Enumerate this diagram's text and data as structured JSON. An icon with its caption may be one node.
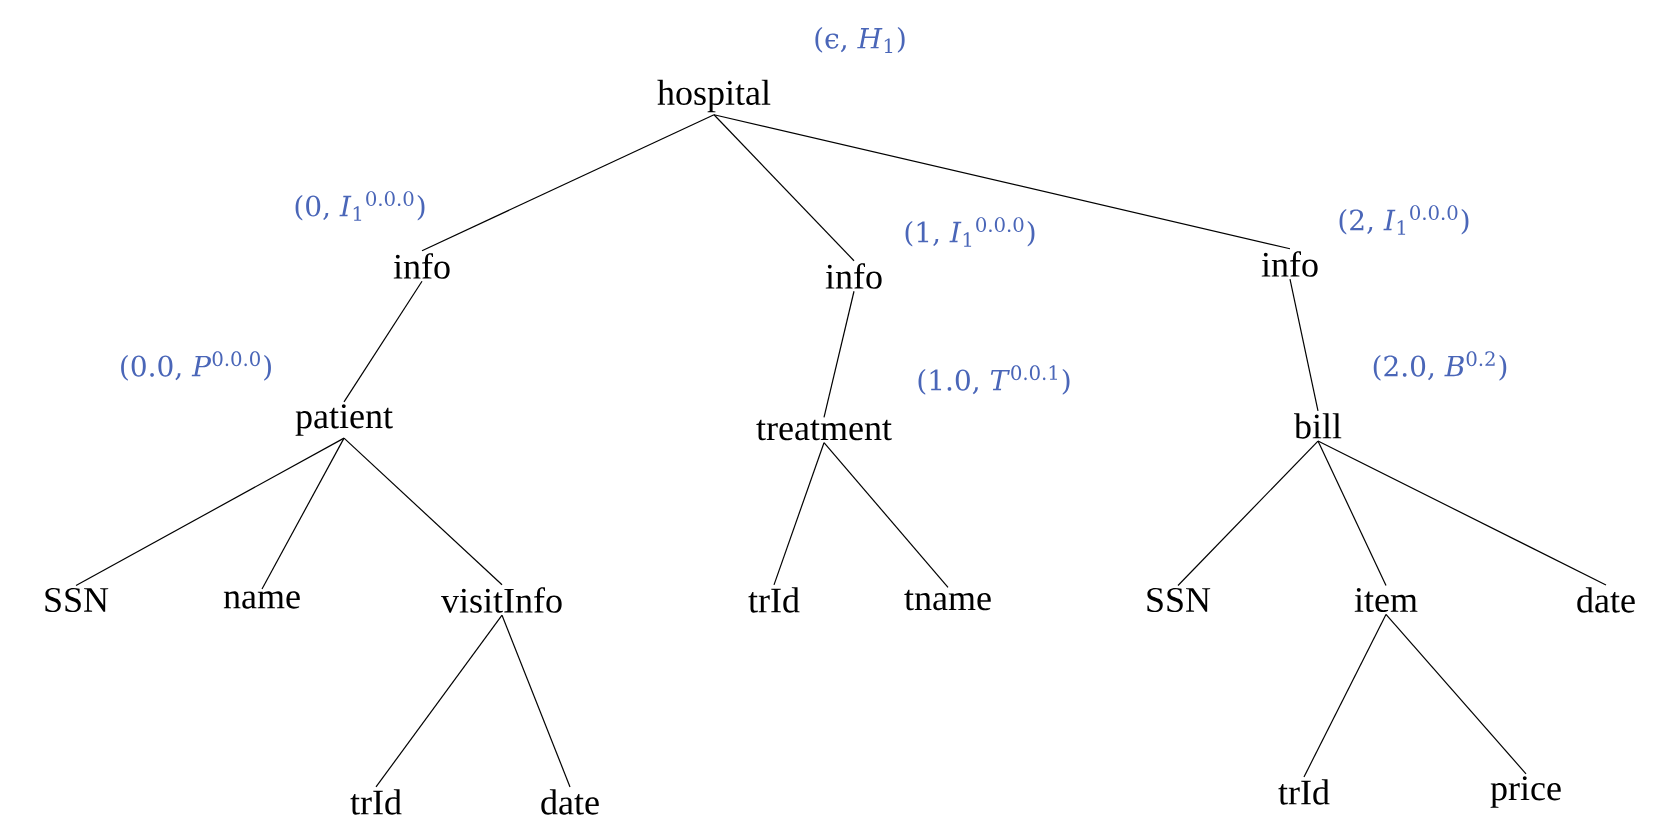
{
  "diagram": {
    "nodes": [
      {
        "text": [
          "hospital"
        ],
        "beside": [
          "(ϵ, *H*$_{1}$)"
        ]
      },
      {
        "text": [
          "info"
        ],
        "beside": [
          "(0, *I*$_{1}$$^{0.0.0}$)"
        ]
      },
      {
        "text": [
          "info"
        ],
        "beside": [
          "(1, *I*$_{1}$$^{0.0.0}$)"
        ]
      },
      {
        "text": [
          "info"
        ],
        "beside": [
          "(2, *I*$_{1}$$^{0.0.0}$)"
        ]
      },
      {
        "text": [
          "patient"
        ],
        "beside": [
          "(0.0, *P*$^{0.0.0}$)"
        ]
      },
      {
        "text": [
          "treatment"
        ],
        "beside": [
          "(1.0, *T*$^{0.0.1}$)"
        ]
      },
      {
        "text": [
          "bill"
        ],
        "beside": [
          "(2.0, *B*$^{0.2}$)"
        ]
      },
      {
        "text": [
          "SSN"
        ]
      },
      {
        "text": [
          "name"
        ]
      },
      {
        "text": [
          "visitInfo"
        ]
      },
      {
        "text": [
          "trId"
        ]
      },
      {
        "text": [
          "tname"
        ]
      },
      {
        "text": [
          "SSN"
        ]
      },
      {
        "text": [
          "item"
        ]
      },
      {
        "text": [
          "date"
        ]
      },
      {
        "text": [
          "trId"
        ]
      },
      {
        "text": [
          "date"
        ]
      },
      {
        "text": [
          "trId"
        ]
      },
      {
        "text": [
          "price"
        ]
      }
    ],
    "edges": [
      {
        "from": 0,
        "to": 1,
        "arrow": "none"
      },
      {
        "from": 0,
        "to": 2,
        "arrow": "none"
      },
      {
        "from": 0,
        "to": 3,
        "arrow": "none"
      },
      {
        "from": 1,
        "to": 4,
        "arrow": "none"
      },
      {
        "from": 2,
        "to": 5,
        "arrow": "none"
      },
      {
        "from": 3,
        "to": 6,
        "arrow": "none"
      },
      {
        "from": 4,
        "to": 7,
        "arrow": "none"
      },
      {
        "from": 4,
        "to": 8,
        "arrow": "none"
      },
      {
        "from": 4,
        "to": 9,
        "arrow": "none"
      },
      {
        "from": 5,
        "to": 10,
        "arrow": "none"
      },
      {
        "from": 5,
        "to": 11,
        "arrow": "none"
      },
      {
        "from": 6,
        "to": 12,
        "arrow": "none"
      },
      {
        "from": 6,
        "to": 13,
        "arrow": "none"
      },
      {
        "from": 6,
        "to": 14,
        "arrow": "none"
      },
      {
        "from": 9,
        "to": 15,
        "arrow": "none"
      },
      {
        "from": 9,
        "to": 16,
        "arrow": "none"
      },
      {
        "from": 13,
        "to": 17,
        "arrow": "none"
      },
      {
        "from": 13,
        "to": 18,
        "arrow": "none"
      }
    ]
  }
}
